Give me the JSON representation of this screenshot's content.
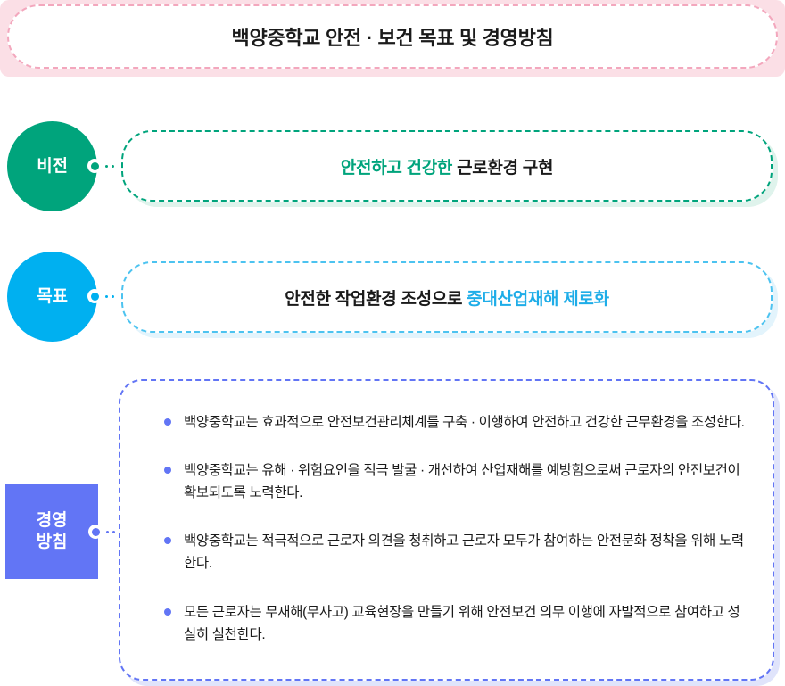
{
  "header": {
    "title": "백양중학교 안전 · 보건 목표 및 경영방침",
    "band_color": "#fbdfe6",
    "border_color": "#f3a7bd"
  },
  "sections": [
    {
      "key": "vision",
      "badge_label": "비전",
      "badge_shape": "circle",
      "badge_color": "#00a47c",
      "border_color": "#00a47c",
      "shadow_color": "#dff3ec",
      "text_plain_before": "",
      "text_highlight": "안전하고 건강한",
      "text_plain_after": " 근로환경 구현",
      "highlight_position": "start",
      "highlight_color": "#00a47c"
    },
    {
      "key": "goal",
      "badge_label": "목표",
      "badge_shape": "circle",
      "badge_color": "#00b0f0",
      "border_color": "#4cc3f0",
      "shadow_color": "#e3f4fc",
      "text_plain_before": "안전한 작업환경 조성으로 ",
      "text_highlight": "중대산업재해 제로화",
      "text_plain_after": "",
      "highlight_position": "end",
      "highlight_color": "#1eade8"
    }
  ],
  "policy": {
    "badge_label_line1": "경영",
    "badge_label_line2": "방침",
    "badge_shape": "square",
    "badge_color": "#6275f5",
    "border_color": "#6275f5",
    "shadow_color": "#e0e4fb",
    "bullet_color": "#6275f5",
    "items": [
      "백양중학교는 효과적으로 안전보건관리체계를 구축 · 이행하여 안전하고 건강한 근무환경을 조성한다.",
      "백양중학교는 유해 · 위험요인을 적극 발굴 · 개선하여 산업재해를 예방함으로써 근로자의 안전보건이 확보되도록 노력한다.",
      "백양중학교는 적극적으로 근로자 의견을 청취하고 근로자 모두가 참여하는 안전문화 정착을 위해 노력한다.",
      "모든 근로자는 무재해(무사고) 교육현장을 만들기 위해 안전보건 의무 이행에 자발적으로 참여하고 성실히 실천한다."
    ]
  }
}
